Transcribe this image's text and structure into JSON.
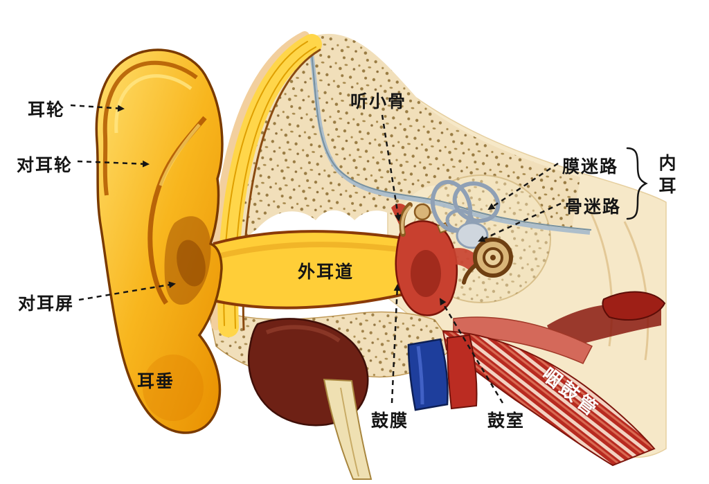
{
  "figure": {
    "type": "anatomical-diagram",
    "subject": "human ear cross-section with Chinese labels",
    "labels": {
      "helix": "耳轮",
      "antihelix": "对耳轮",
      "antitragus": "对耳屏",
      "earlobe": "耳垂",
      "external_auditory_canal": "外耳道",
      "ossicles": "听小骨",
      "membranous_labyrinth": "膜迷路",
      "bony_labyrinth": "骨迷路",
      "inner_ear": "内耳",
      "tympanic_membrane": "鼓膜",
      "tympanic_cavity": "鼓室",
      "eustachian_tube": "咽鼓管"
    },
    "colors": {
      "ear_yellow": "#f8b61e",
      "bone_cream": "#f1dfba",
      "cream_right": "#f6e8c8",
      "muscle_red": "#b82a20",
      "middle_ear_red": "#c8402f",
      "vein_blue": "#1e3e9c",
      "mandible_maroon": "#6e2115",
      "label_text": "#151515",
      "eustachian_label_text": "#ffffff"
    }
  }
}
